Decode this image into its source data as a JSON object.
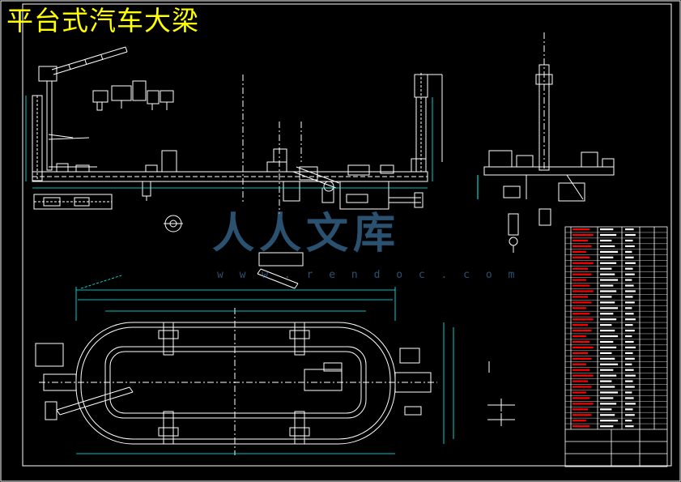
{
  "drawing": {
    "title": "平台式汽车大梁",
    "colors": {
      "background": "#000000",
      "linework": "#ffffff",
      "title": "#ffff00",
      "dimension": "#00ffff",
      "table_highlight": "#ff0000",
      "watermark": "#4682b4"
    }
  },
  "watermark": {
    "main": "人人文库",
    "url": "w w w . r e n d o c . c o m"
  }
}
